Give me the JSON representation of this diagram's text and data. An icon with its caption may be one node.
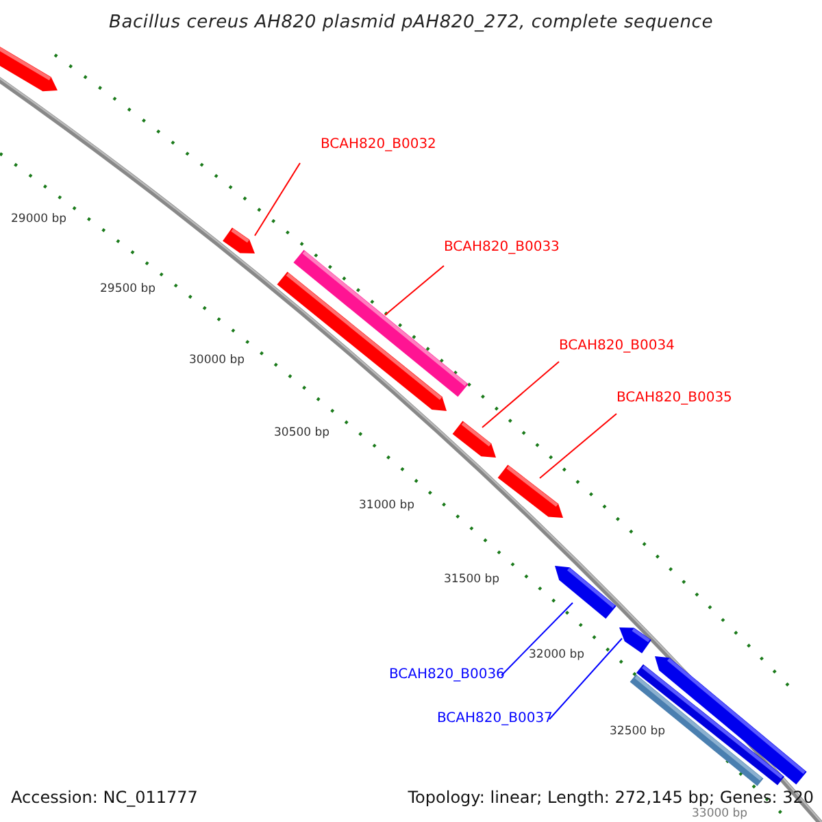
{
  "diagram": {
    "title": "Bacillus cereus AH820 plasmid pAH820_272, complete sequence",
    "nodes": [
      {
        "text": [
          "BCAH820_B0032"
        ]
      },
      {
        "text": [
          "BCAH820_B0033"
        ]
      },
      {
        "text": [
          "BCAH820_B0034"
        ]
      },
      {
        "text": [
          "BCAH820_B0035"
        ]
      },
      {
        "text": [
          "BCAH820_B0036"
        ]
      },
      {
        "text": [
          "BCAH820_B0037"
        ]
      },
      {
        "text": [],
        "shape": "bar"
      },
      {
        "text": [],
        "shape": "bar"
      },
      {
        "text": [],
        "shape": "bar"
      },
      {
        "text": [],
        "shape": "bar"
      },
      {
        "text": [],
        "shape": "bar"
      },
      {
        "text": [],
        "shape": "bar"
      },
      {
        "text": [],
        "shape": "bar"
      },
      {
        "text": [],
        "shape": "bar"
      },
      {
        "text": [],
        "shape": "bar"
      },
      {
        "text": [],
        "shape": "bar"
      },
      {
        "text": [],
        "shape": "bar"
      }
    ],
    "edges": [
      {
        "from": 0,
        "to": 7,
        "arrow": "none"
      },
      {
        "from": 1,
        "to": 8,
        "arrow": "none"
      },
      {
        "from": 2,
        "to": 10,
        "arrow": "none"
      },
      {
        "from": 3,
        "to": 11,
        "arrow": "none"
      },
      {
        "from": 4,
        "to": 12,
        "arrow": "none",
        "color": "#0000ff"
      },
      {
        "from": 5,
        "to": 13,
        "arrow": "none",
        "color": "#0000ff"
      }
    ],
    "labels": [
      "29000 bp",
      "29500 bp",
      "30000 bp",
      "30500 bp",
      "31000 bp",
      "31500 bp",
      "32000 bp",
      "32500 bp",
      "33000 bp",
      "Accession: NC_011777",
      "Topology: linear; Length: 272,145 bp; Genes: 320"
    ]
  }
}
